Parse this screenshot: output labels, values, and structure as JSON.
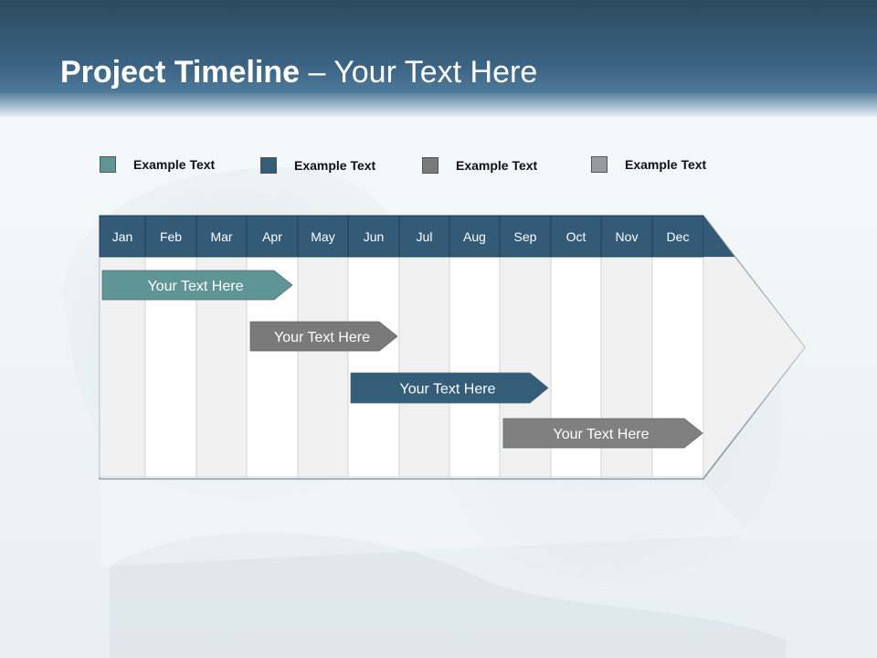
{
  "title": {
    "bold": "Project Timeline",
    "rest": " – Your Text Here"
  },
  "legend": [
    {
      "label": "Example Text",
      "color": "#5f9595"
    },
    {
      "label": "Example Text",
      "color": "#335d79"
    },
    {
      "label": "Example Text",
      "color": "#7a7a7a"
    },
    {
      "label": "Example Text",
      "color": "#9a9a9a"
    }
  ],
  "months": [
    "Jan",
    "Feb",
    "Mar",
    "Apr",
    "May",
    "Jun",
    "Jul",
    "Aug",
    "Sep",
    "Oct",
    "Nov",
    "Dec"
  ],
  "tasks": [
    {
      "label": "Your  Text Here",
      "color": "#5f9595"
    },
    {
      "label": "Your  Text Here",
      "color": "#7a7a7a"
    },
    {
      "label": "Your  Text Here",
      "color": "#335d79"
    },
    {
      "label": "Your  Text Here",
      "color": "#808080"
    }
  ],
  "colors": {
    "header_band": "#335a76",
    "month_text": "#ffffff",
    "alt_column": "#f1f1f1"
  }
}
